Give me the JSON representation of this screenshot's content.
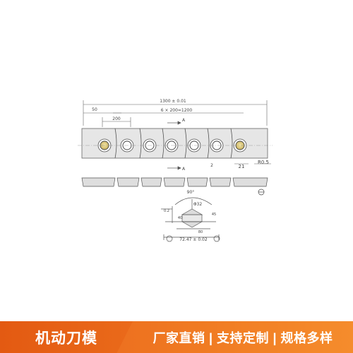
{
  "drawing": {
    "dim_total": "1300 ± 0.01",
    "dim_pitch": "6 × 200=1200",
    "dim_50": "50",
    "dim_200": "200",
    "section_a_top": "A",
    "section_a_bottom": "A",
    "dim_21": "21",
    "dim_r05": "R0.5",
    "dim_2": "2",
    "angle_90": "90°",
    "dim_phi32": "Φ32",
    "dim_40": "40",
    "dim_80": "80",
    "dim_45": "45",
    "dim_02": "0.2",
    "dim_bottom": "72.47 ± 0.02"
  },
  "banner": {
    "title": "机动刀模",
    "tagline": "厂家直销 | 支持定制 | 规格多样"
  },
  "colors": {
    "banner_orange": "#f07a22",
    "line": "#555555"
  }
}
